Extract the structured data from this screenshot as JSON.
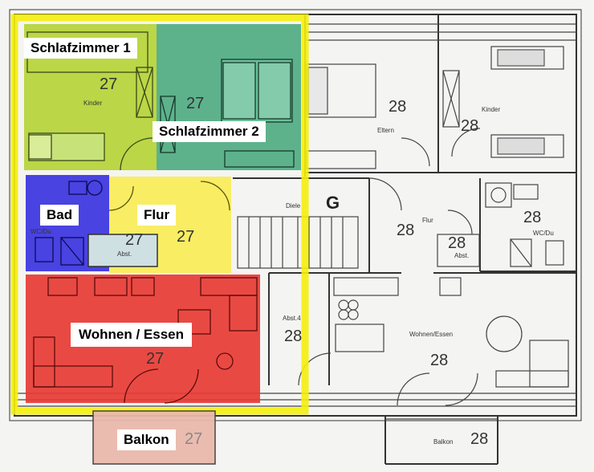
{
  "colors": {
    "outline": "#f5f00a",
    "bedroom1": "#b5d337",
    "bedroom2": "#4fab83",
    "bath": "#3a33e0",
    "hall": "#f8ec57",
    "living": "#e73b36",
    "balcony": "#e9b8ab"
  },
  "labels": {
    "bedroom1": "Schlafzimmer 1",
    "bedroom2": "Schlafzimmer 2",
    "bath": "Bad",
    "hall": "Flur",
    "living": "Wohnen / Essen",
    "balcony": "Balkon"
  },
  "plan": {
    "unit27": "27",
    "unit28": "28",
    "g": "G",
    "kinder": "Kinder",
    "eltern": "Eltern",
    "diele": "Diele",
    "flur": "Flur",
    "wcdu": "WC/Du",
    "abst": "Abst.",
    "abst4": "Abst.4",
    "wohnen_essen": "Wohnen/Essen",
    "balkon": "Balkon"
  }
}
